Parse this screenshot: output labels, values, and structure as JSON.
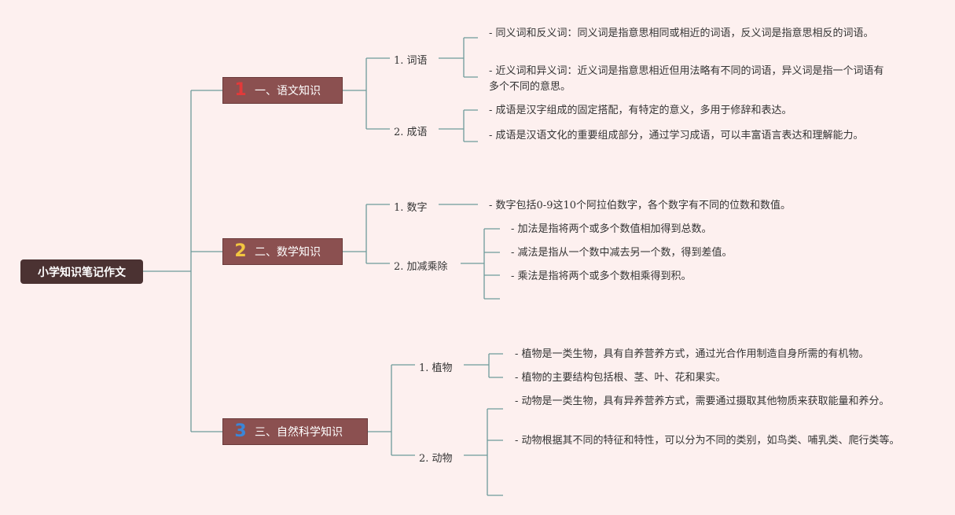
{
  "root": {
    "title": "小学知识笔记作文"
  },
  "branches": [
    {
      "num": "1",
      "label": "一、语文知识",
      "subs": [
        {
          "label": "1. 词语",
          "leaves": [
            "- 同义词和反义词：同义词是指意思相同或相近的词语，反义词是指意思相反的词语。",
            "- 近义词和异义词：近义词是指意思相近但用法略有不同的词语，异义词是指一个词语有多个不同的意思。"
          ]
        },
        {
          "label": "2. 成语",
          "leaves": [
            "- 成语是汉字组成的固定搭配，有特定的意义，多用于修辞和表达。",
            "- 成语是汉语文化的重要组成部分，通过学习成语，可以丰富语言表达和理解能力。"
          ]
        }
      ]
    },
    {
      "num": "2",
      "label": "二、数学知识",
      "subs": [
        {
          "label": "1. 数字",
          "leaves": [
            "- 数字包括0-9这10个阿拉伯数字，各个数字有不同的位数和数值。"
          ]
        },
        {
          "label": "2. 加减乘除",
          "leaves": [
            "- 加法是指将两个或多个数值相加得到总数。",
            "- 减法是指从一个数中减去另一个数，得到差值。",
            "- 乘法是指将两个或多个数相乘得到积。"
          ]
        }
      ]
    },
    {
      "num": "3",
      "label": "三、自然科学知识",
      "subs": [
        {
          "label": "1. 植物",
          "leaves": [
            "- 植物是一类生物，具有自养营养方式，通过光合作用制造自身所需的有机物。",
            "- 植物的主要结构包括根、茎、叶、花和果实。"
          ]
        },
        {
          "label": "2. 动物",
          "leaves": [
            "- 动物是一类生物，具有异养营养方式，需要通过摄取其他物质来获取能量和养分。",
            "- 动物根据其不同的特征和特性，可以分为不同的类别，如鸟类、哺乳类、爬行类等。"
          ]
        }
      ]
    }
  ]
}
